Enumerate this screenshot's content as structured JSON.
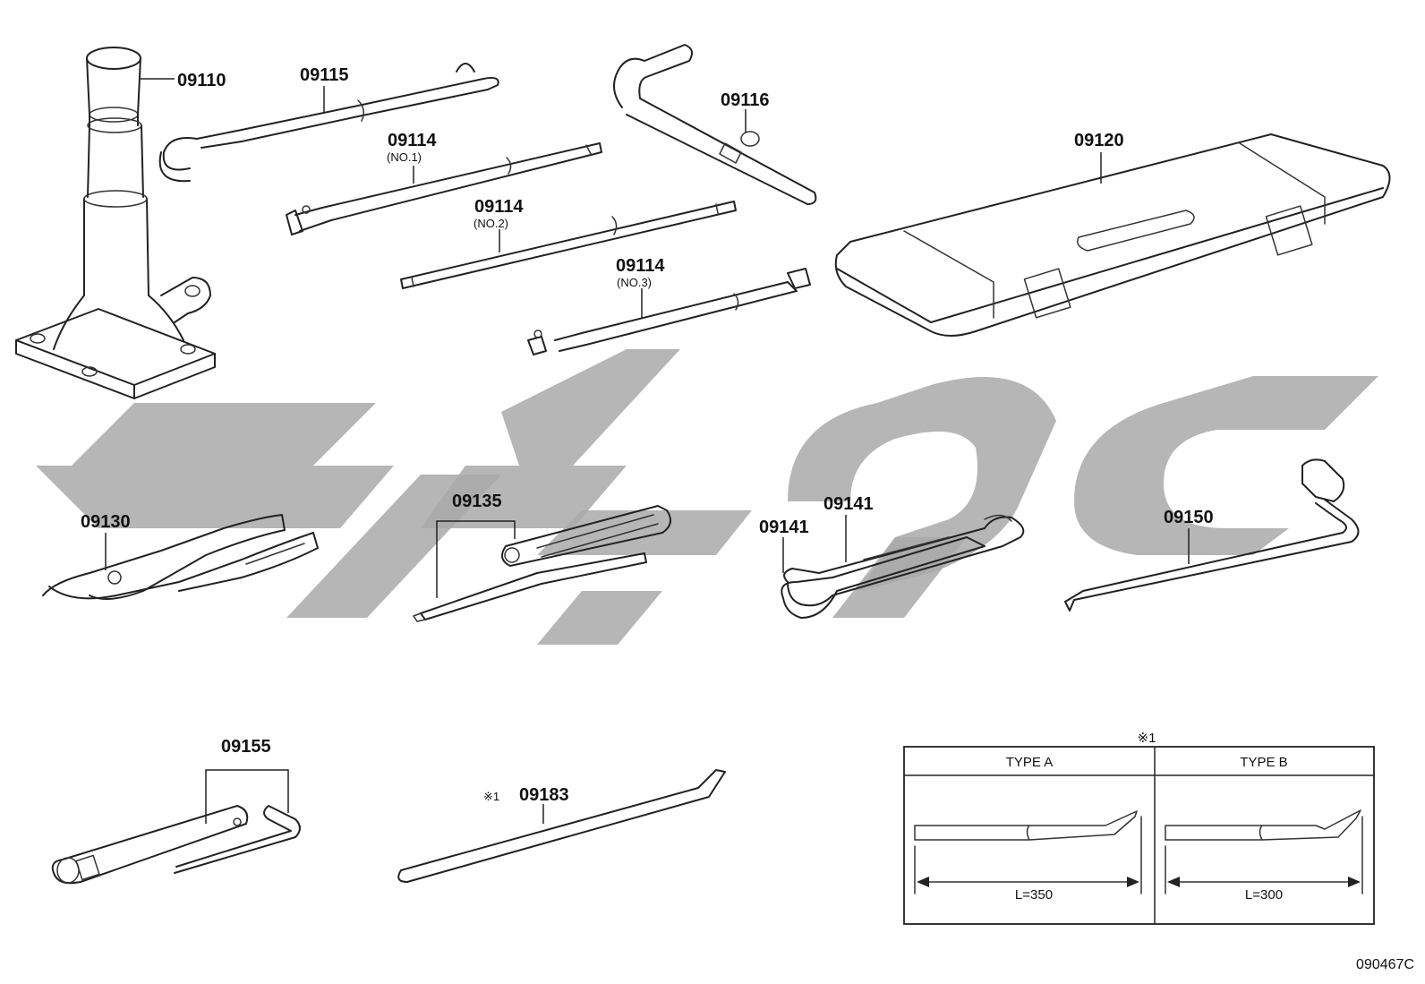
{
  "parts": [
    {
      "id": "jack",
      "number": "09110"
    },
    {
      "id": "jack-handle",
      "number": "09115"
    },
    {
      "id": "handle-no1",
      "number": "09114",
      "sub": "(NO.1)"
    },
    {
      "id": "handle-no2",
      "number": "09114",
      "sub": "(NO.2)"
    },
    {
      "id": "handle-no3",
      "number": "09114",
      "sub": "(NO.3)"
    },
    {
      "id": "jack-handle-bent",
      "number": "09116"
    },
    {
      "id": "tool-case",
      "number": "09120"
    },
    {
      "id": "pliers",
      "number": "09130"
    },
    {
      "id": "screwdriver",
      "number": "09135"
    },
    {
      "id": "wrench-a",
      "number": "09141"
    },
    {
      "id": "wrench-b",
      "number": "09141"
    },
    {
      "id": "wheel-nut-wrench",
      "number": "09150"
    },
    {
      "id": "box-wrench",
      "number": "09155"
    },
    {
      "id": "hub-nut-bar",
      "number": "09183",
      "note_mark": "※1"
    }
  ],
  "table": {
    "mark": "※1",
    "columns": [
      {
        "title": "TYPE A",
        "length_label": "L=350"
      },
      {
        "title": "TYPE B",
        "length_label": "L=300"
      }
    ]
  },
  "figure_code": "090467C",
  "watermark_color": "#a9a9a9"
}
